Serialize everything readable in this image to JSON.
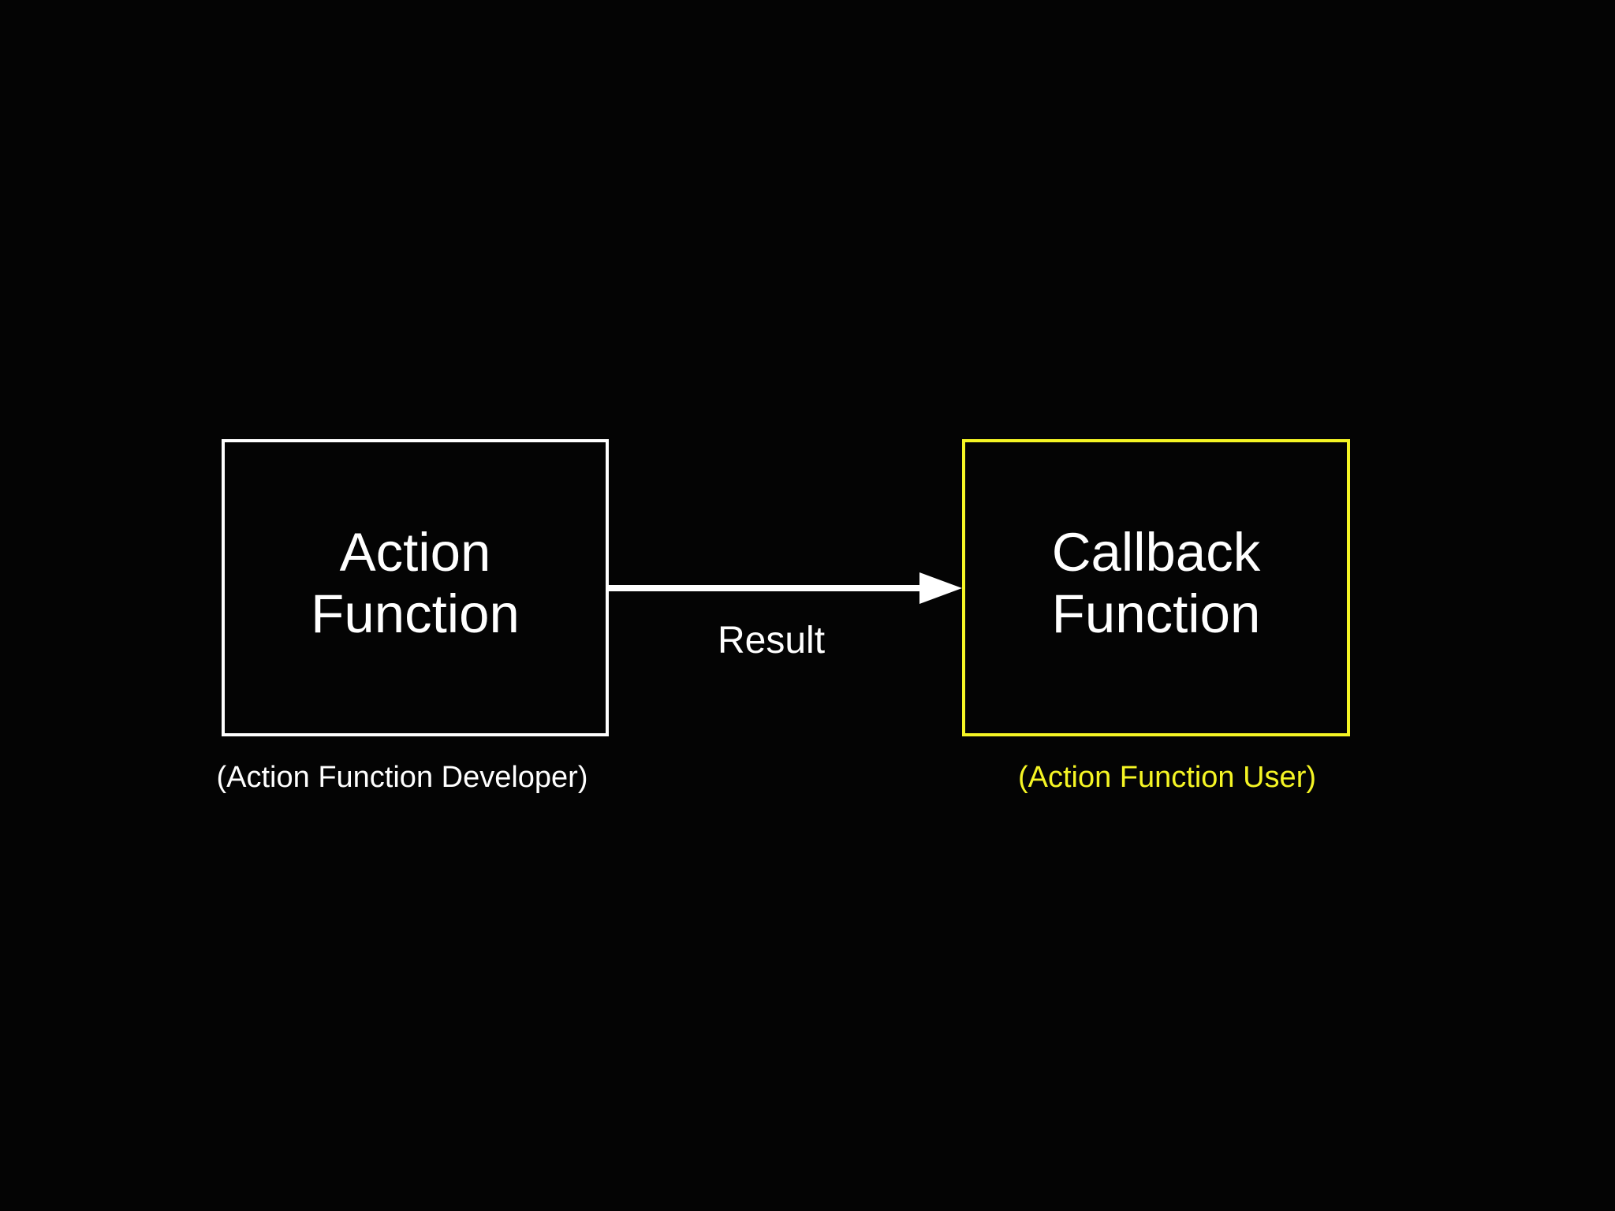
{
  "colors": {
    "background": "#040404",
    "action_box": "#ffffff",
    "callback_box": "#f5f524",
    "text": "#ffffff",
    "user_caption": "#f5f524"
  },
  "action_function": {
    "line1": "Action",
    "line2": "Function",
    "caption": "(Action Function Developer)"
  },
  "callback_function": {
    "line1": "Callback",
    "line2": "Function",
    "caption": "(Action Function User)"
  },
  "edge": {
    "label": "Result"
  }
}
